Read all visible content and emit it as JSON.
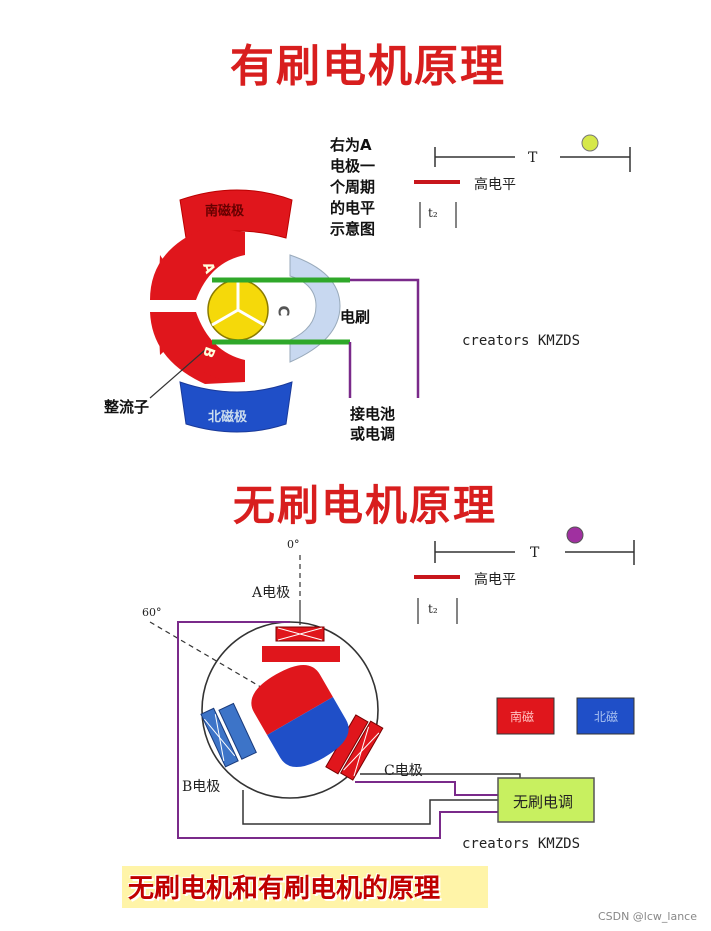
{
  "titles": {
    "brushed": "有刷电机原理",
    "brushless": "无刷电机原理",
    "caption": "无刷电机和有刷电机的原理"
  },
  "brushed": {
    "waveform_note_lines": [
      "右为A",
      "电极一",
      "个周期",
      "的电平",
      "示意图"
    ],
    "period_label": "T",
    "high_level_label": "高电平",
    "t2_label": "t₂",
    "south_pole": "南磁极",
    "north_pole": "北磁极",
    "segment_a": "A",
    "segment_b": "B",
    "segment_c": "C",
    "brush_label": "电刷",
    "commutator_label": "整流子",
    "connect_lines": [
      "接电池",
      "或电调"
    ],
    "credit": "creators KMZDS"
  },
  "brushless": {
    "angle_0": "0°",
    "angle_60": "60°",
    "pole_a": "A电极",
    "pole_b": "B电极",
    "pole_c": "C电极",
    "period_label": "T",
    "high_level_label": "高电平",
    "t2_label": "t₂",
    "legend_south": "南磁",
    "legend_north": "北磁",
    "esc_label": "无刷电调",
    "credit": "creators KMZDS"
  },
  "watermark": "CSDN @lcw_lance",
  "colors": {
    "title_red": "#d81e1e",
    "magnet_red": "#e0161c",
    "magnet_blue": "#1f4fc8",
    "brush_green": "#2fa82a",
    "wire_purple": "#7a2a8a",
    "commutator_yellow": "#f5d90a",
    "esc_green": "#c8f060",
    "indicator_yellow": "#d6e84a",
    "indicator_purple": "#a030a0"
  }
}
